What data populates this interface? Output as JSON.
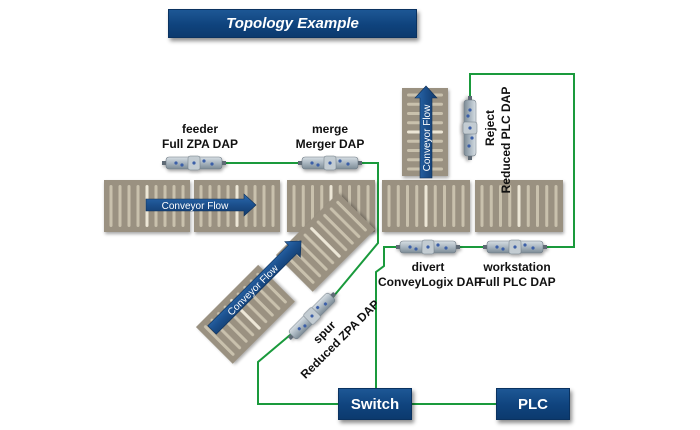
{
  "title": "Topology Example",
  "colors": {
    "title_bg": "#0f437d",
    "wire": "#1a9a3c",
    "conveyor": "#9a9181",
    "roller": "#c9c1ad",
    "arrow": "#1b4f8c"
  },
  "flow_label": "Conveyor Flow",
  "devices": [
    {
      "id": "feeder",
      "name": "feeder",
      "type": "Full ZPA DAP"
    },
    {
      "id": "merge",
      "name": "merge",
      "type": "Merger DAP"
    },
    {
      "id": "reject",
      "name": "Reject",
      "type": "Reduced PLC DAP"
    },
    {
      "id": "divert",
      "name": "divert",
      "type": "ConveyLogix DAP"
    },
    {
      "id": "workstation",
      "name": "workstation",
      "type": "Full PLC DAP"
    },
    {
      "id": "spur",
      "name": "spur",
      "type": "Reduced ZPA DAP"
    }
  ],
  "network": {
    "switch_label": "Switch",
    "plc_label": "PLC"
  }
}
